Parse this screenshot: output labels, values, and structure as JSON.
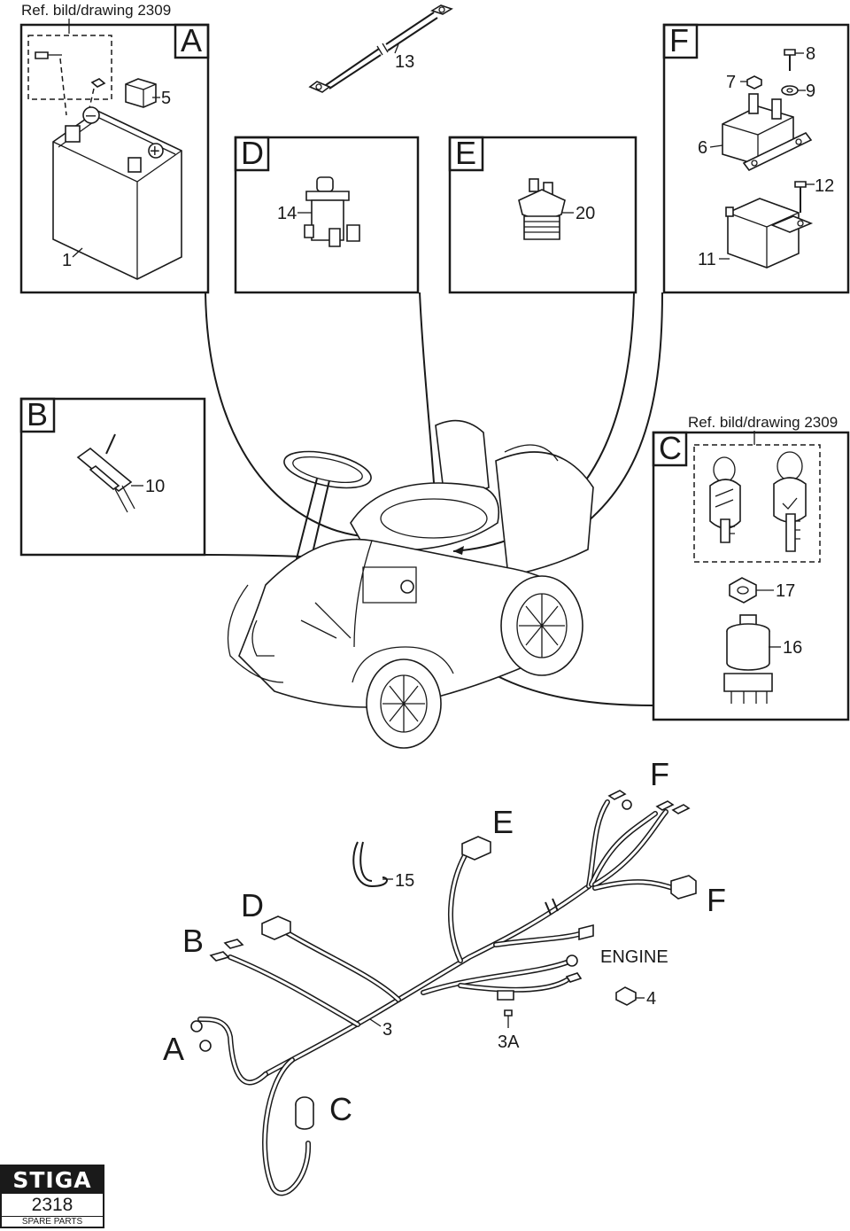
{
  "ref_top": "Ref. bild/drawing 2309",
  "ref_c": "Ref. bild/drawing 2309",
  "panels": {
    "a": "A",
    "b": "B",
    "c": "C",
    "d": "D",
    "e": "E",
    "f": "F"
  },
  "callouts": {
    "n1": "1",
    "n5": "5",
    "n13": "13",
    "n14": "14",
    "n20": "20",
    "n6": "6",
    "n7": "7",
    "n8": "8",
    "n9": "9",
    "n11": "11",
    "n12": "12",
    "n10": "10",
    "n16": "16",
    "n17": "17",
    "n15": "15",
    "n3": "3",
    "n3a": "3A",
    "n4": "4"
  },
  "harness": {
    "a": "A",
    "b": "B",
    "c": "C",
    "d": "D",
    "e": "E",
    "f1": "F",
    "f2": "F",
    "engine": "ENGINE"
  },
  "logo": {
    "brand": "STIGA",
    "number": "2318",
    "caption": "SPARE PARTS"
  }
}
